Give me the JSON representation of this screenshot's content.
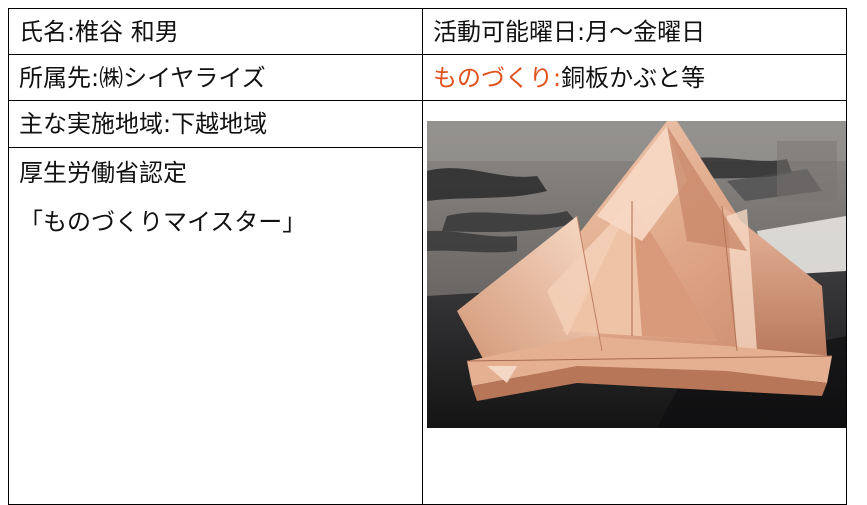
{
  "profile": {
    "name_line": "氏名:椎谷 和男",
    "days_line": "活動可能曜日:月～金曜日",
    "affiliation_line": "所属先:㈱シイヤライズ",
    "craft_label": "ものづくり:",
    "craft_value": "銅板かぶと等",
    "region_line": "主な実施地域:下越地域",
    "cert_line1": "厚生労働省認定",
    "cert_line2": "「ものづくりマイスター」"
  },
  "photo": {
    "subject": "copper-plate-kabuto-photo"
  },
  "colors": {
    "accent": "#e0531f",
    "border": "#000000",
    "text": "#111111"
  }
}
